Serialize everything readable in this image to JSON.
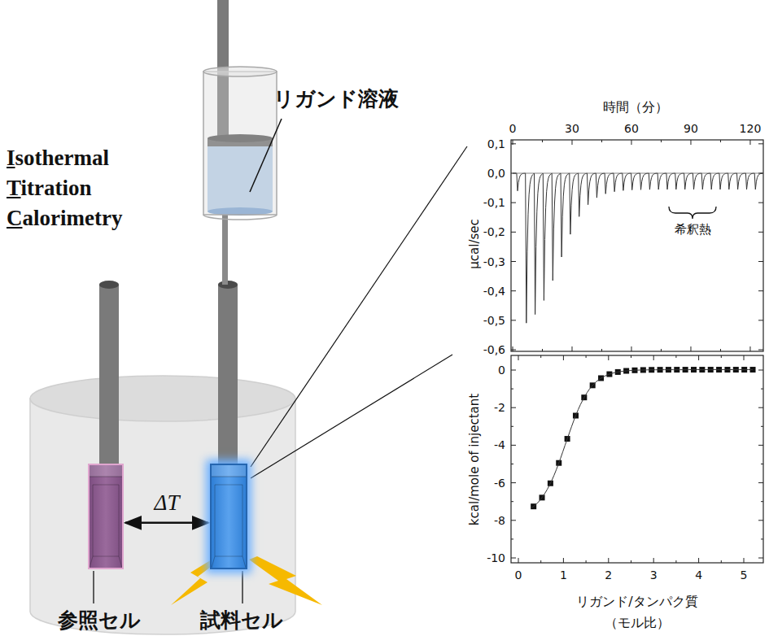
{
  "diagram": {
    "title": "Isothermal Titration Calorimetry",
    "nodes": [
      {
        "text": [
          "参照セル"
        ]
      },
      {
        "text": [
          "試料セル"
        ]
      }
    ],
    "edges": [
      {
        "from": 0,
        "to": 1,
        "arrow": "both",
        "label": "ΔT"
      }
    ],
    "labels": [
      "リガンド溶液",
      "時間（分）",
      "0",
      "30",
      "60",
      "90",
      "120",
      "0,1",
      "0,0",
      "-0,1",
      "-0,2",
      "-0,3",
      "-0,4",
      "-0,5",
      "-0,6",
      "μcal/sec",
      "希釈熱",
      "kcal/mole of injectant",
      "0",
      "-2",
      "-4",
      "-6",
      "-8",
      "-10",
      "0",
      "1",
      "2",
      "3",
      "4",
      "5",
      "リガンド/タンパク質",
      "（モル比）"
    ]
  }
}
